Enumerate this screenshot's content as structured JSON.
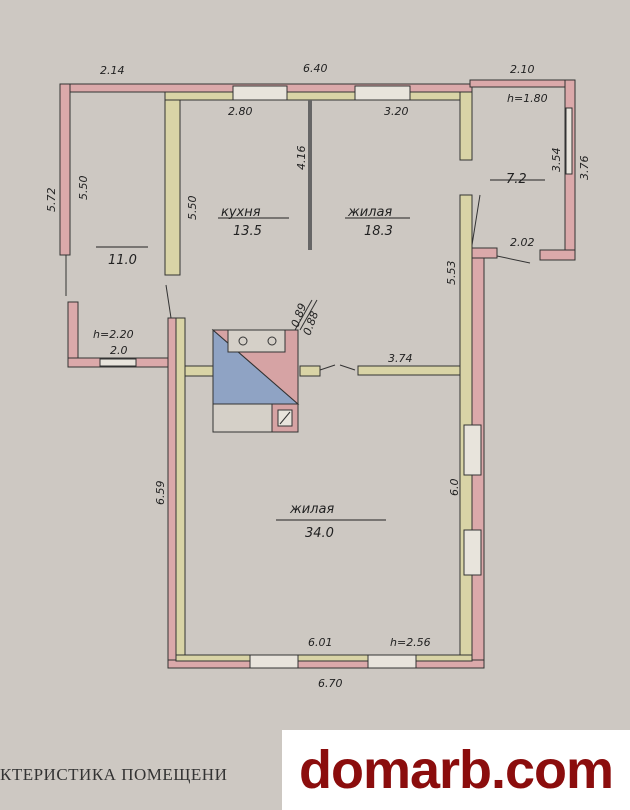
{
  "plan": {
    "rooms": [
      {
        "name": "",
        "area": "11.0"
      },
      {
        "name": "кухня",
        "area": "13.5"
      },
      {
        "name": "жилая",
        "area": "18.3"
      },
      {
        "name": "",
        "area": "7.2"
      },
      {
        "name": "жилая",
        "area": "34.0"
      }
    ],
    "dimensions": {
      "top_left": "2.14",
      "top_mid": "6.40",
      "top_right": "2.10",
      "kitchen_window": "2.80",
      "living_window": "3.20",
      "right_height": "h=1.80",
      "right_inner": "3.54",
      "right_outer": "3.76",
      "right_bottom": "2.02",
      "left_outer": "5.72",
      "left_inner": "5.50",
      "kitchen_side": "5.50",
      "partition": "4.16",
      "living_side": "5.53",
      "stove_a": "0.89",
      "stove_b": "0.88",
      "left_height": "h=2.20",
      "left_bottom": "2.0",
      "inner_wall": "3.74",
      "main_left": "6.59",
      "main_right": "6.0",
      "main_inner_bottom": "6.01",
      "main_height": "h=2.56",
      "main_outer_bottom": "6.70"
    },
    "colors": {
      "outer_wall": "#dba9aa",
      "inner_wall": "#d9d4a6",
      "stove_blue": "#8fa3c4",
      "paper": "#cdc8c2"
    }
  },
  "caption": "КТЕРИСТИКА ПОМЕЩЕНИ",
  "watermark": "domarb.com"
}
